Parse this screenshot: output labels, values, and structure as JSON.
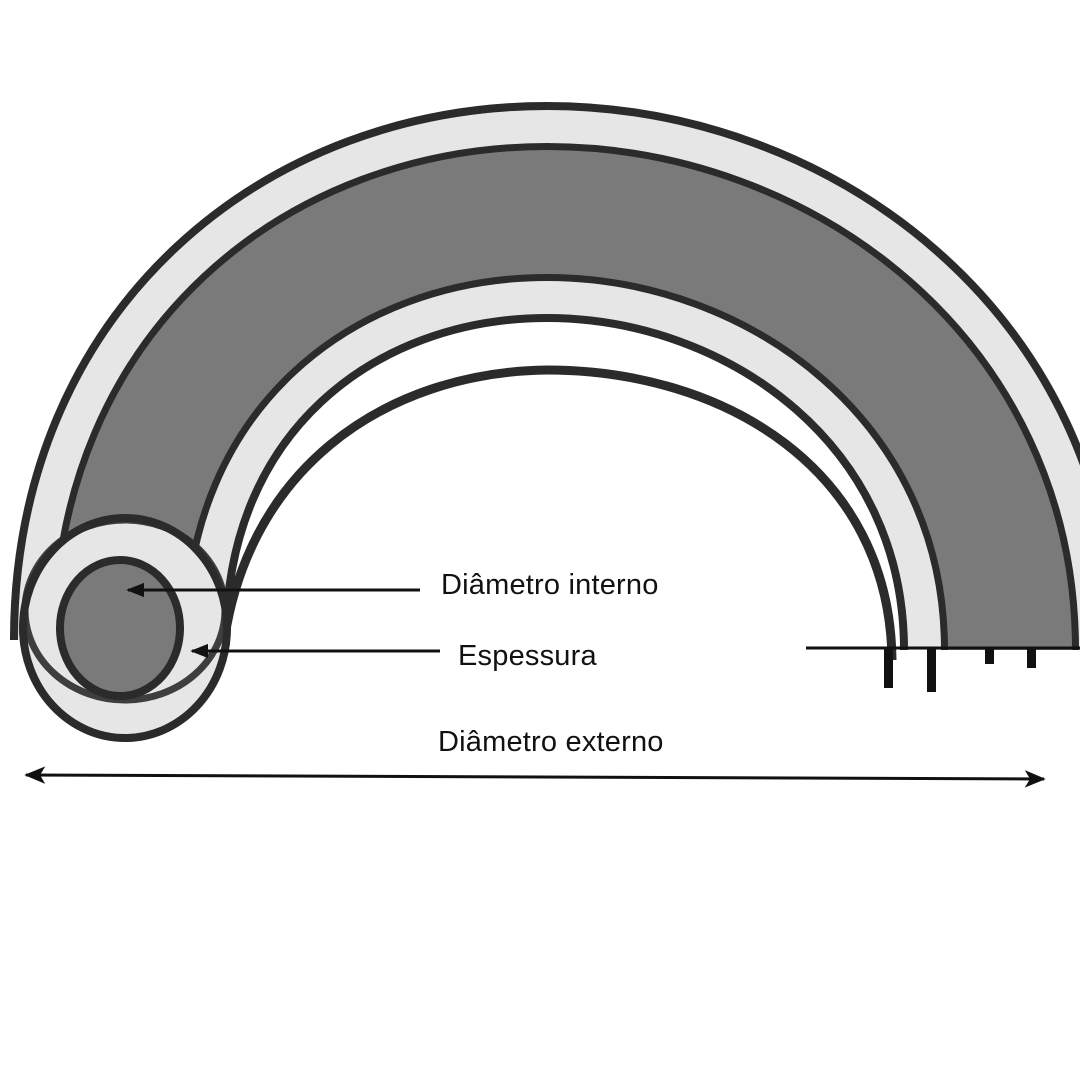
{
  "labels": {
    "inner_diameter": "Diâmetro interno",
    "thickness": "Espessura",
    "outer_diameter": "Diâmetro externo"
  },
  "colors": {
    "outline": "#2b2b2b",
    "wall_fill": "#e6e6e6",
    "bore_fill": "#7a7a7a",
    "arrow": "#111111",
    "background": "#ffffff"
  }
}
